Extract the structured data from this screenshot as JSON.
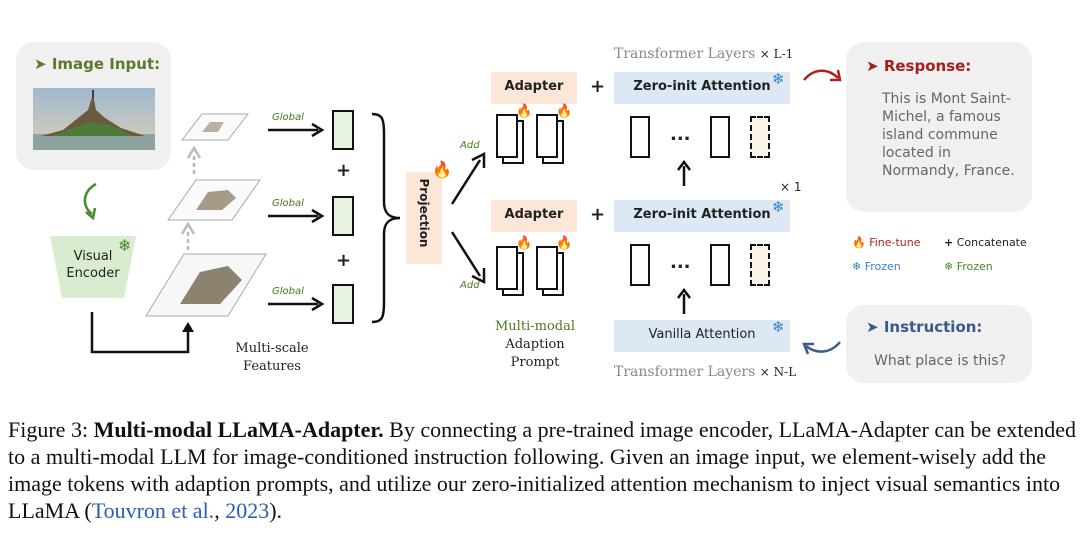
{
  "image_input": {
    "title": "Image Input:",
    "arrow": "➤"
  },
  "encoder": {
    "label": "Visual Encoder"
  },
  "features": {
    "global": "Global",
    "label": "Multi-scale Features",
    "plus": "+"
  },
  "projection": {
    "label": "Projection"
  },
  "add_label": "Add",
  "adapter": {
    "label": "Adapter"
  },
  "attention": {
    "zero_init": "Zero-init Attention",
    "vanilla": "Vanilla Attention"
  },
  "transformer": {
    "top": "Transformer Layers",
    "top_mult": "× L-1",
    "mid_mult": "× 1",
    "bottom": "Transformer Layers",
    "bottom_mult": "× N-L"
  },
  "prompt": {
    "line1": "Multi-modal",
    "line2": "Adaption",
    "line3": "Prompt"
  },
  "ellipsis": "...",
  "response": {
    "title": "Response:",
    "arrow": "➤",
    "text": "This is Mont Saint-Michel, a famous island commune located in Normandy, France."
  },
  "instruction": {
    "title": "Instruction:",
    "arrow": "➤",
    "text": "What place is this?"
  },
  "legend": {
    "finetune": "Fine-tune",
    "concat": "Concatenate",
    "frozen_blue": "Frozen",
    "frozen_green": "Frozen",
    "concat_symbol": "+"
  },
  "caption": {
    "label": "Figure 3:",
    "title": "Multi-modal LLaMA-Adapter.",
    "body": "By connecting a pre-trained image encoder, LLaMA-Adapter can be extended to a multi-modal LLM for image-conditioned instruction following. Given an image input, we element-wisely add the image tokens with adaption prompts, and utilize our zero-initialized attention mechanism to inject visual semantics into LLaMA (",
    "cite_author": "Touvron et al.",
    "cite_sep": ", ",
    "cite_year": "2023",
    "end": ")."
  },
  "colors": {
    "finetune": "#d42a1a",
    "frozen_blue": "#3a7fc4",
    "frozen_green": "#4a8a2c",
    "adapter_bg": "#fbe6d8",
    "attn_bg": "#dce9f5",
    "panel_bg": "#f0f0f0"
  }
}
